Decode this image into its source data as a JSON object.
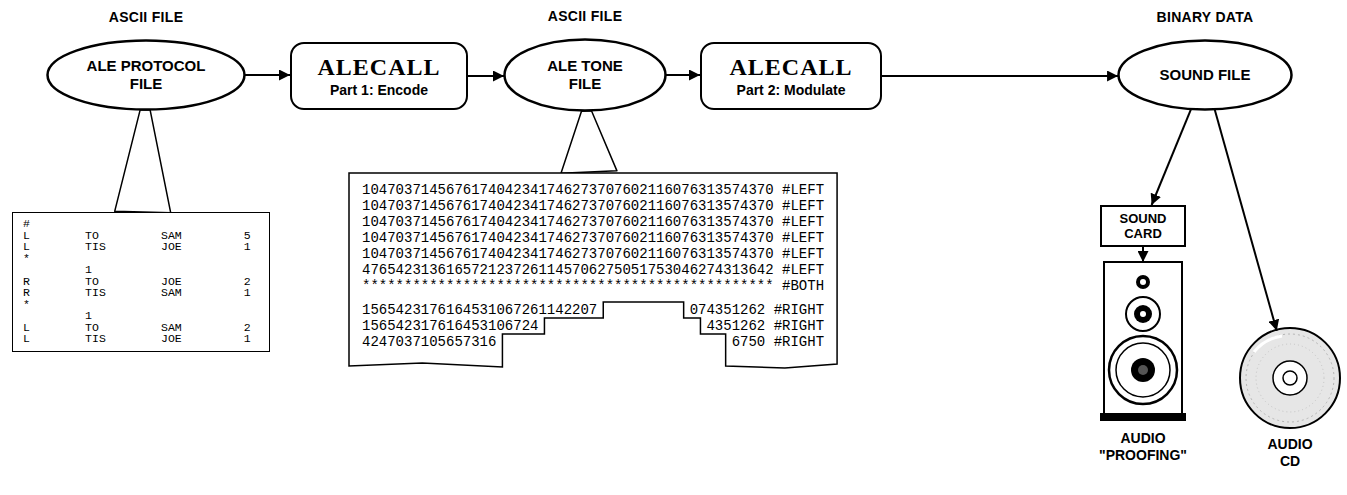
{
  "diagram": {
    "nodes": [
      {
        "text": [
          "ASCII FILE",
          "ALE PROTOCOL FILE"
        ]
      },
      {
        "text": [
          "ALECALL",
          "Part 1: Encode"
        ]
      },
      {
        "text": [
          "ASCII FILE",
          "ALE TONE FILE"
        ]
      },
      {
        "text": [
          "ALECALL",
          "Part 2: Modulate"
        ]
      },
      {
        "text": [
          "BINARY DATA",
          "SOUND FILE"
        ]
      },
      {
        "text": [
          "#",
          "L        TO         SAM         5",
          "L        TIS        JOE         1",
          "*",
          "1",
          "R        TO         JOE         2",
          "R        TIS        SAM         1",
          "*",
          "1",
          "L        TO         SAM         2",
          "L        TIS        JOE         1"
        ]
      },
      {
        "text": [
          "1047037145676174042341746273707602116076313574370 #LEFT",
          "1047037145676174042341746273707602116076313574370 #LEFT",
          "1047037145676174042341746273707602116076313574370 #LEFT",
          "1047037145676174042341746273707602116076313574370 #LEFT",
          "1047037145676174042341746273707602116076313574370 #LEFT",
          "4765423136165721237261145706275051753046274313642 #LEFT",
          "************************************************* #BOTH",
          "1565423176164531067261142207",
          "074351262 #RIGHT",
          "156542317616453106724",
          "4351262 #RIGHT",
          "4247037105657316",
          "6750 #RIGHT"
        ]
      },
      {
        "text": [
          "SOUND CARD"
        ]
      },
      {
        "text": [
          "AUDIO \"PROOFING\""
        ]
      },
      {
        "text": [
          "AUDIO CD"
        ]
      }
    ],
    "edges": [
      {
        "from": 0,
        "to": 1,
        "arrow": "to"
      },
      {
        "from": 1,
        "to": 2,
        "arrow": "to"
      },
      {
        "from": 2,
        "to": 3,
        "arrow": "to"
      },
      {
        "from": 3,
        "to": 4,
        "arrow": "to"
      },
      {
        "from": 0,
        "to": 5,
        "arrow": "none"
      },
      {
        "from": 2,
        "to": 6,
        "arrow": "none"
      },
      {
        "from": 4,
        "to": 7,
        "arrow": "to"
      },
      {
        "from": 4,
        "to": 9,
        "arrow": "to"
      },
      {
        "from": 7,
        "to": 8,
        "arrow": "to"
      }
    ]
  }
}
